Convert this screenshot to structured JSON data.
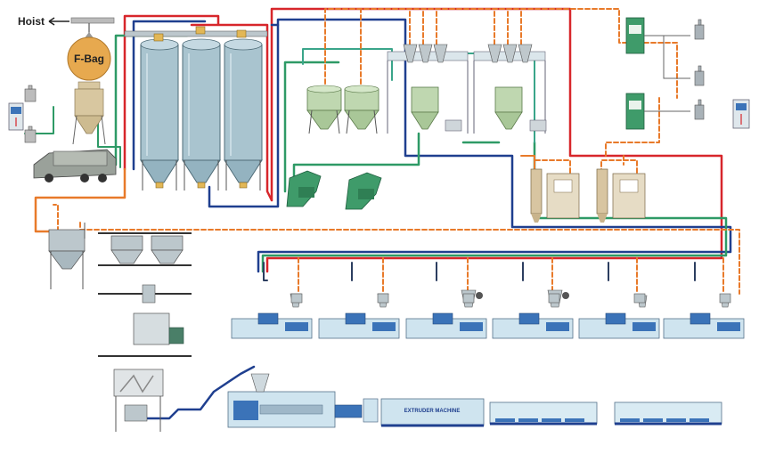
{
  "labels": {
    "hoist": "Hoist",
    "fbag": "F-Bag",
    "extruder_machine": "EXTRUDER MACHINE"
  },
  "pipe_colors": {
    "red": "#d7262b",
    "blue": "#1f3f8f",
    "green": "#2e9a66",
    "orange_dashed": "#e87a2a",
    "teal": "#3aa58a"
  },
  "equipment_colors": {
    "silo": "#a9c4cf",
    "hopper": "#bfd7b0",
    "granulator": "#3f9b6a",
    "dryer": "#d8c5a1",
    "machine": "#cfe4ef",
    "machine_blue": "#3b73b8",
    "fbag": "#e7a94f"
  },
  "icons": [
    "hoist-arrow-icon",
    "control-panel-icon",
    "truck-icon",
    "loader-icon"
  ]
}
